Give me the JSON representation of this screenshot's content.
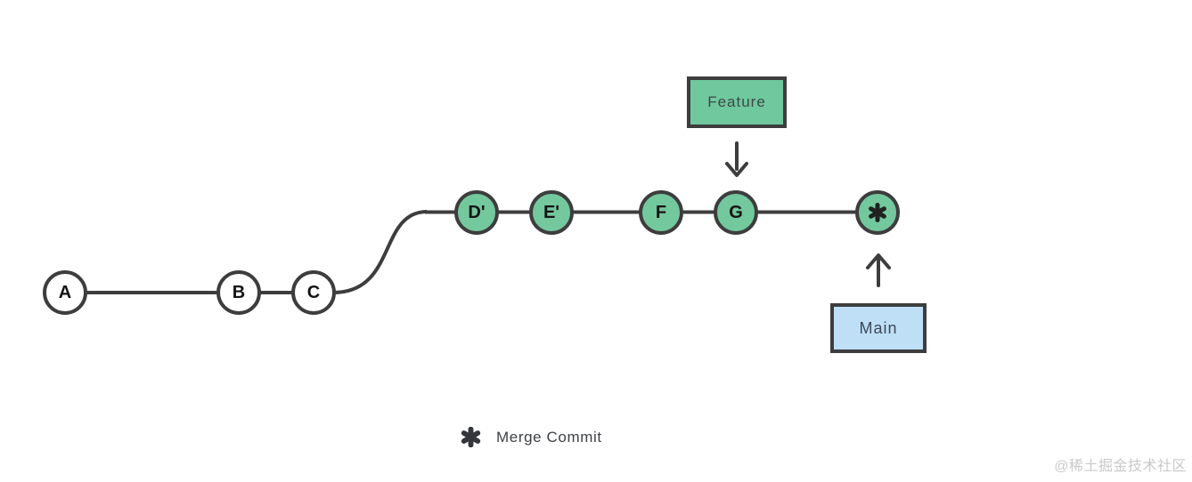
{
  "commits": {
    "main": [
      {
        "label": "A"
      },
      {
        "label": "B"
      },
      {
        "label": "C"
      }
    ],
    "feature": [
      {
        "label": "D'"
      },
      {
        "label": "E'"
      },
      {
        "label": "F"
      },
      {
        "label": "G"
      }
    ],
    "merge": {
      "icon": "asterisk-icon"
    }
  },
  "branch_tags": {
    "feature": "Feature",
    "main": "Main"
  },
  "legend": {
    "icon": "asterisk-icon",
    "label": "Merge Commit"
  },
  "watermark": "@稀土掘金技术社区",
  "colors": {
    "stroke": "#3d3d3d",
    "feature_commit_fill": "#74c89e",
    "main_commit_fill": "#ffffff",
    "feature_tag_fill": "#6fc89e",
    "main_tag_fill": "#bfdff7",
    "commit_label": "#141414",
    "legend_text": "#3e4145",
    "watermark_text": "#c9c9c9"
  }
}
